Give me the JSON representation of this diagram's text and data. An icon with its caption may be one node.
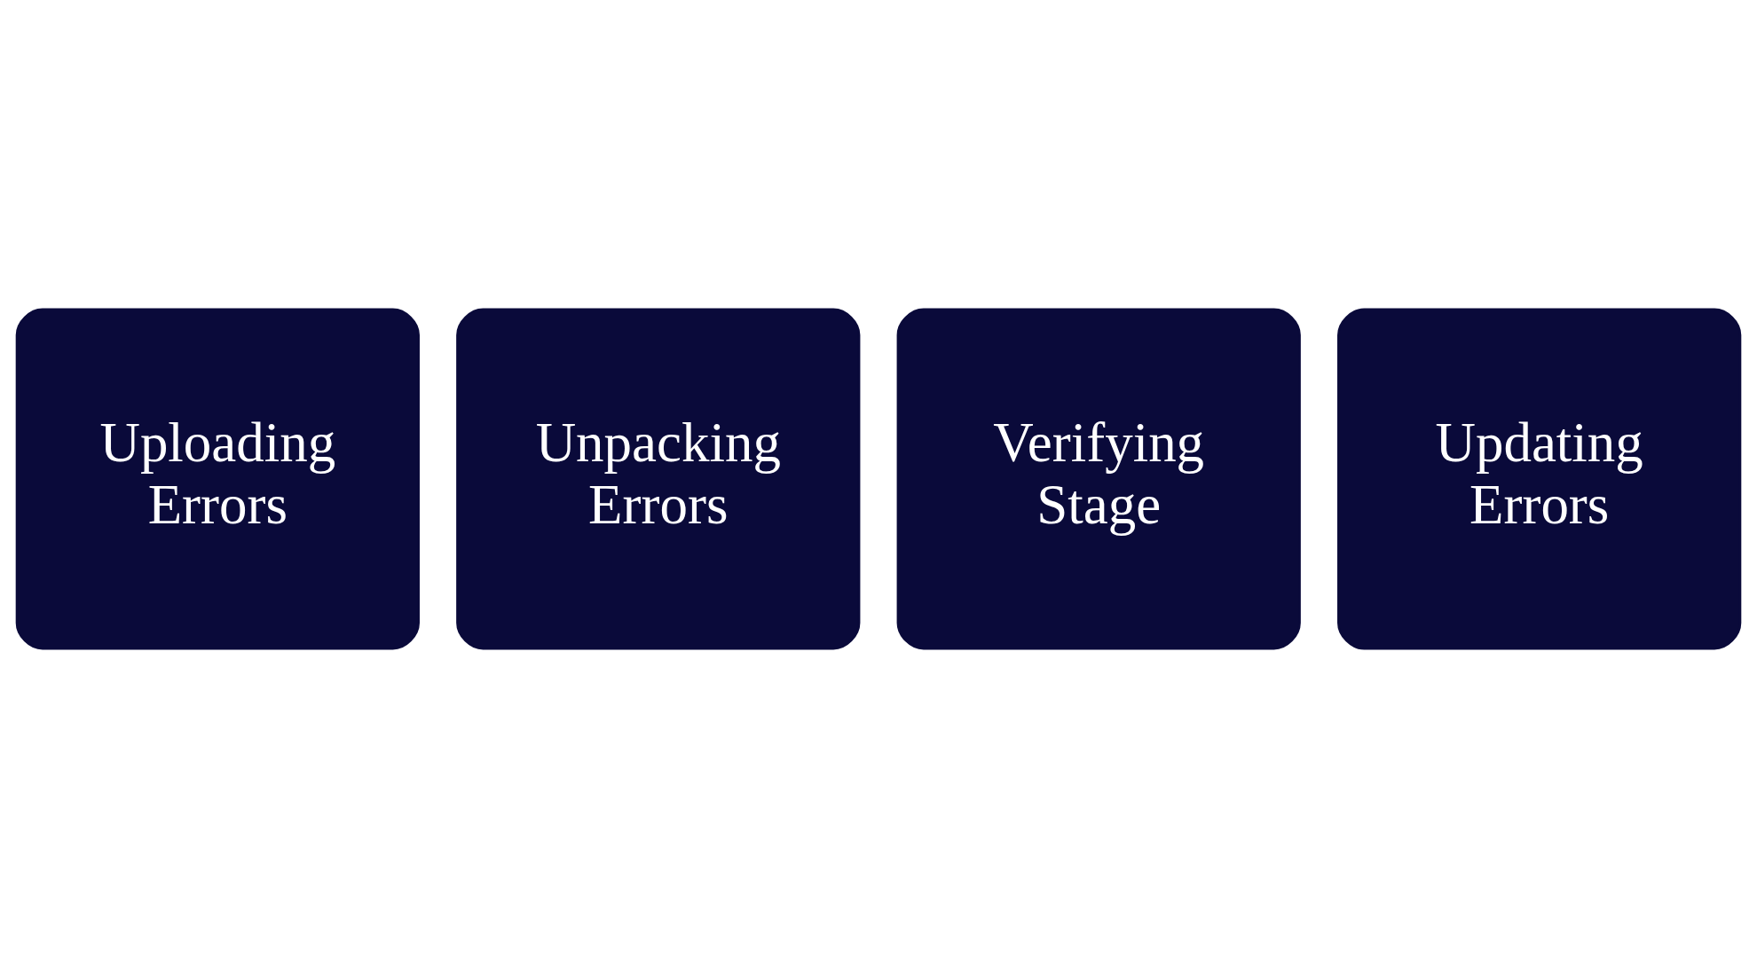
{
  "diagram": {
    "nodes": [
      {
        "text": [
          "Uploading Errors"
        ]
      },
      {
        "text": [
          "Unpacking Errors"
        ]
      },
      {
        "text": [
          "Verifying Stage"
        ]
      },
      {
        "text": [
          "Updating Errors"
        ]
      }
    ]
  }
}
